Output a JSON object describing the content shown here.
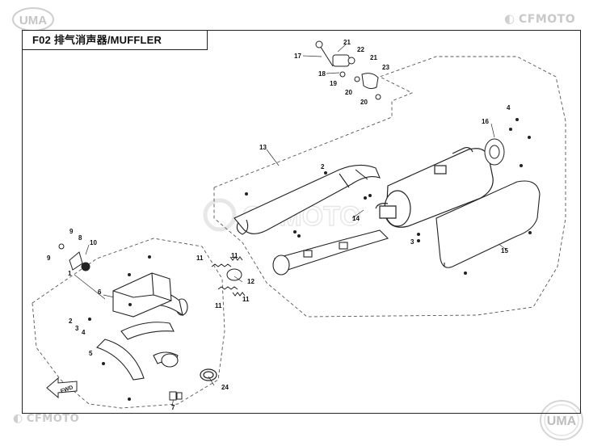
{
  "header": {
    "title": "F02 排气消声器/MUFFLER"
  },
  "brand": {
    "uma": "UMA",
    "cfmoto": "CFMOTO",
    "watermark": "CFMOTO"
  },
  "callouts": [
    {
      "id": "c1",
      "label": "1"
    },
    {
      "id": "c2a",
      "label": "2"
    },
    {
      "id": "c2b",
      "label": "2"
    },
    {
      "id": "c3a",
      "label": "3"
    },
    {
      "id": "c3b",
      "label": "3"
    },
    {
      "id": "c4a",
      "label": "4"
    },
    {
      "id": "c4b",
      "label": "4"
    },
    {
      "id": "c5",
      "label": "5"
    },
    {
      "id": "c6",
      "label": "6"
    },
    {
      "id": "c7",
      "label": "7"
    },
    {
      "id": "c8",
      "label": "8"
    },
    {
      "id": "c9a",
      "label": "9"
    },
    {
      "id": "c9b",
      "label": "9"
    },
    {
      "id": "c10",
      "label": "10"
    },
    {
      "id": "c11a",
      "label": "11"
    },
    {
      "id": "c11b",
      "label": "11"
    },
    {
      "id": "c11c",
      "label": "11"
    },
    {
      "id": "c11d",
      "label": "11"
    },
    {
      "id": "c12",
      "label": "12"
    },
    {
      "id": "c13",
      "label": "13"
    },
    {
      "id": "c14",
      "label": "14"
    },
    {
      "id": "c15",
      "label": "15"
    },
    {
      "id": "c16",
      "label": "16"
    },
    {
      "id": "c17",
      "label": "17"
    },
    {
      "id": "c18",
      "label": "18"
    },
    {
      "id": "c19",
      "label": "19"
    },
    {
      "id": "c20a",
      "label": "20"
    },
    {
      "id": "c20b",
      "label": "20"
    },
    {
      "id": "c21a",
      "label": "21"
    },
    {
      "id": "c21b",
      "label": "21"
    },
    {
      "id": "c22",
      "label": "22"
    },
    {
      "id": "c23",
      "label": "23"
    },
    {
      "id": "c24",
      "label": "24"
    },
    {
      "id": "fwd",
      "label": "FWD"
    }
  ]
}
